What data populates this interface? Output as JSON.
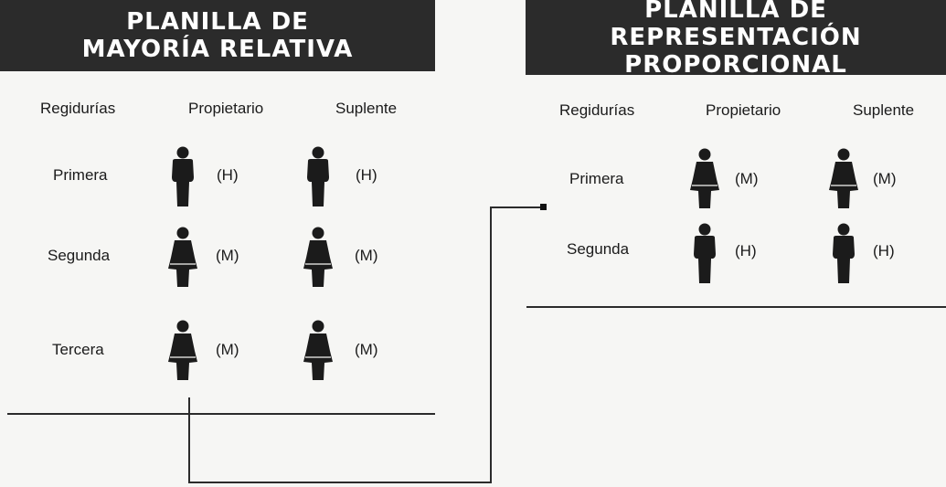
{
  "left_panel": {
    "title_line1": "PLANILLA DE",
    "title_line2": "MAYORÍA RELATIVA",
    "columns": [
      "Regidurías",
      "Propietario",
      "Suplente"
    ],
    "rows": [
      {
        "label": "Primera",
        "propietario": "(H)",
        "suplente": "(H)"
      },
      {
        "label": "Segunda",
        "propietario": "(M)",
        "suplente": "(M)"
      },
      {
        "label": "Tercera",
        "propietario": "(M)",
        "suplente": "(M)"
      }
    ]
  },
  "right_panel": {
    "title_line1": "PLANILLA DE REPRESENTACIÓN",
    "title_line2": "PROPORCIONAL",
    "columns": [
      "Regidurías",
      "Propietario",
      "Suplente"
    ],
    "rows": [
      {
        "label": "Primera",
        "propietario": "(M)",
        "suplente": "(M)"
      },
      {
        "label": "Segunda",
        "propietario": "(H)",
        "suplente": "(H)"
      }
    ]
  },
  "icons": {
    "man": "man-icon",
    "woman": "woman-icon"
  },
  "colors": {
    "banner_background": "#2b2b2b",
    "banner_text": "#ffffff",
    "figure": "#1b1b1b",
    "page_background": "#f6f6f4"
  }
}
